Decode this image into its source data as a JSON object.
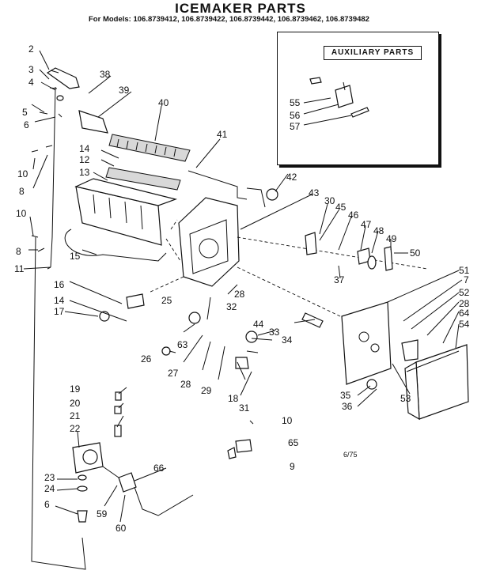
{
  "header": {
    "title": "ICEMAKER PARTS",
    "subtitle": "For Models: 106.8739412, 106.8739422, 106.8739442, 106.8739462, 106.8739482"
  },
  "auxiliary": {
    "title": "AUXILIARY PARTS"
  },
  "code": "6/75",
  "callouts": [
    "2",
    "3",
    "4",
    "5",
    "6",
    "10",
    "8",
    "10",
    "8",
    "11",
    "38",
    "39",
    "40",
    "41",
    "14",
    "12",
    "13",
    "15",
    "16",
    "14",
    "17",
    "25",
    "26",
    "27",
    "28",
    "29",
    "18",
    "31",
    "63",
    "32",
    "28",
    "44",
    "33",
    "34",
    "42",
    "43",
    "30",
    "45",
    "46",
    "47",
    "48",
    "49",
    "50",
    "37",
    "51",
    "7",
    "52",
    "28",
    "64",
    "54",
    "53",
    "35",
    "36",
    "19",
    "20",
    "21",
    "22",
    "23",
    "24",
    "6",
    "59",
    "60",
    "66",
    "10",
    "65",
    "9",
    "55",
    "56",
    "57"
  ]
}
